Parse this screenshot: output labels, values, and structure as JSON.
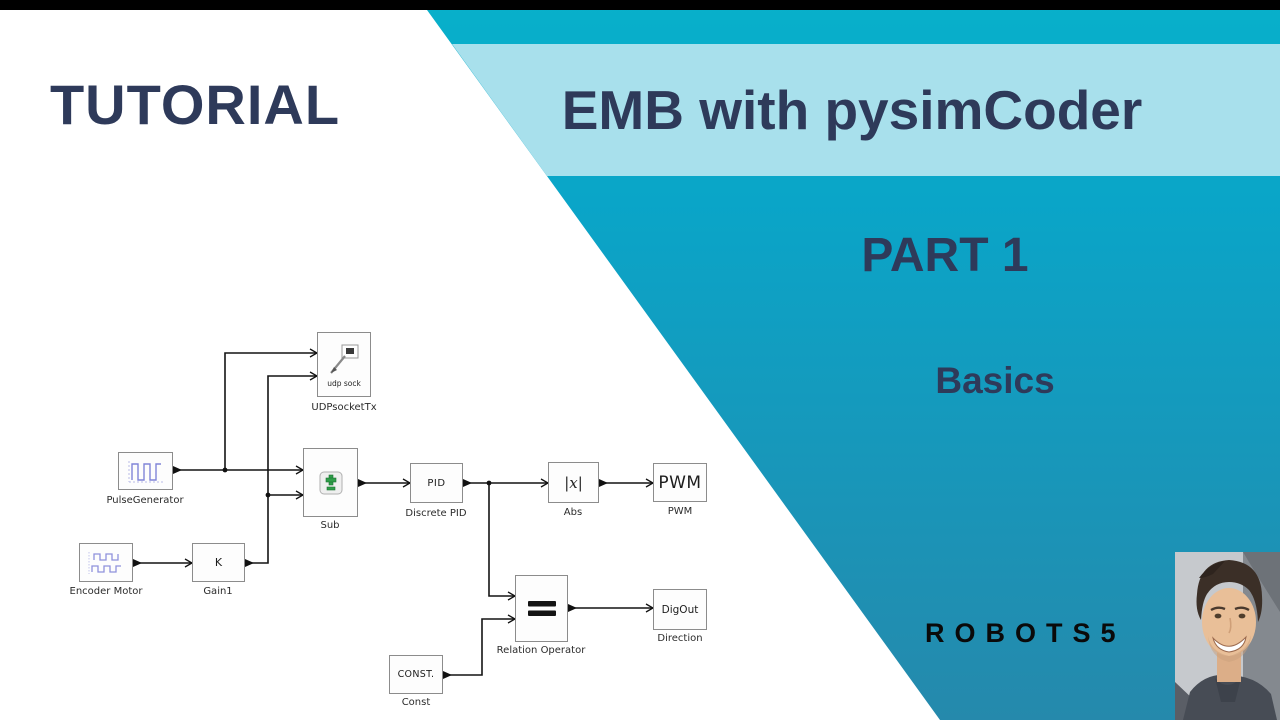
{
  "header": {
    "tutorial_label": "TUTORIAL",
    "title": "EMB with pysimCoder"
  },
  "panel": {
    "part_label": "PART 1",
    "subtitle": "Basics",
    "brand": "ROBOTS5"
  },
  "colors": {
    "navy_text": "#2e3a5a",
    "teal_top": "#08b0ca",
    "teal_bottom": "#2589ac",
    "cyan_band": "#a8e0ec",
    "waveform_blue": "#8185d8",
    "sum_green": "#2f9e49"
  },
  "diagram": {
    "blocks": [
      {
        "id": "pulse-generator",
        "label": "PulseGenerator",
        "icon": "pulse-wave-icon"
      },
      {
        "id": "udp-socket-tx",
        "label": "UDPsocketTx",
        "icon": "udp-socket-icon",
        "icon_text": "udp sock"
      },
      {
        "id": "sub",
        "label": "Sub",
        "icon": "sum-icon"
      },
      {
        "id": "discrete-pid",
        "label": "Discrete PID",
        "text": "PID"
      },
      {
        "id": "abs",
        "label": "Abs",
        "text": "|x|"
      },
      {
        "id": "pwm",
        "label": "PWM",
        "text": "PWM"
      },
      {
        "id": "encoder-motor",
        "label": "Encoder Motor",
        "icon": "square-wave-icon"
      },
      {
        "id": "gain1",
        "label": "Gain1",
        "text": "K"
      },
      {
        "id": "relation-operator",
        "label": "Relation Operator",
        "icon": "equals-icon"
      },
      {
        "id": "digout",
        "label": "Direction",
        "text": "DigOut"
      },
      {
        "id": "const",
        "label": "Const",
        "text": "CONST."
      }
    ]
  }
}
